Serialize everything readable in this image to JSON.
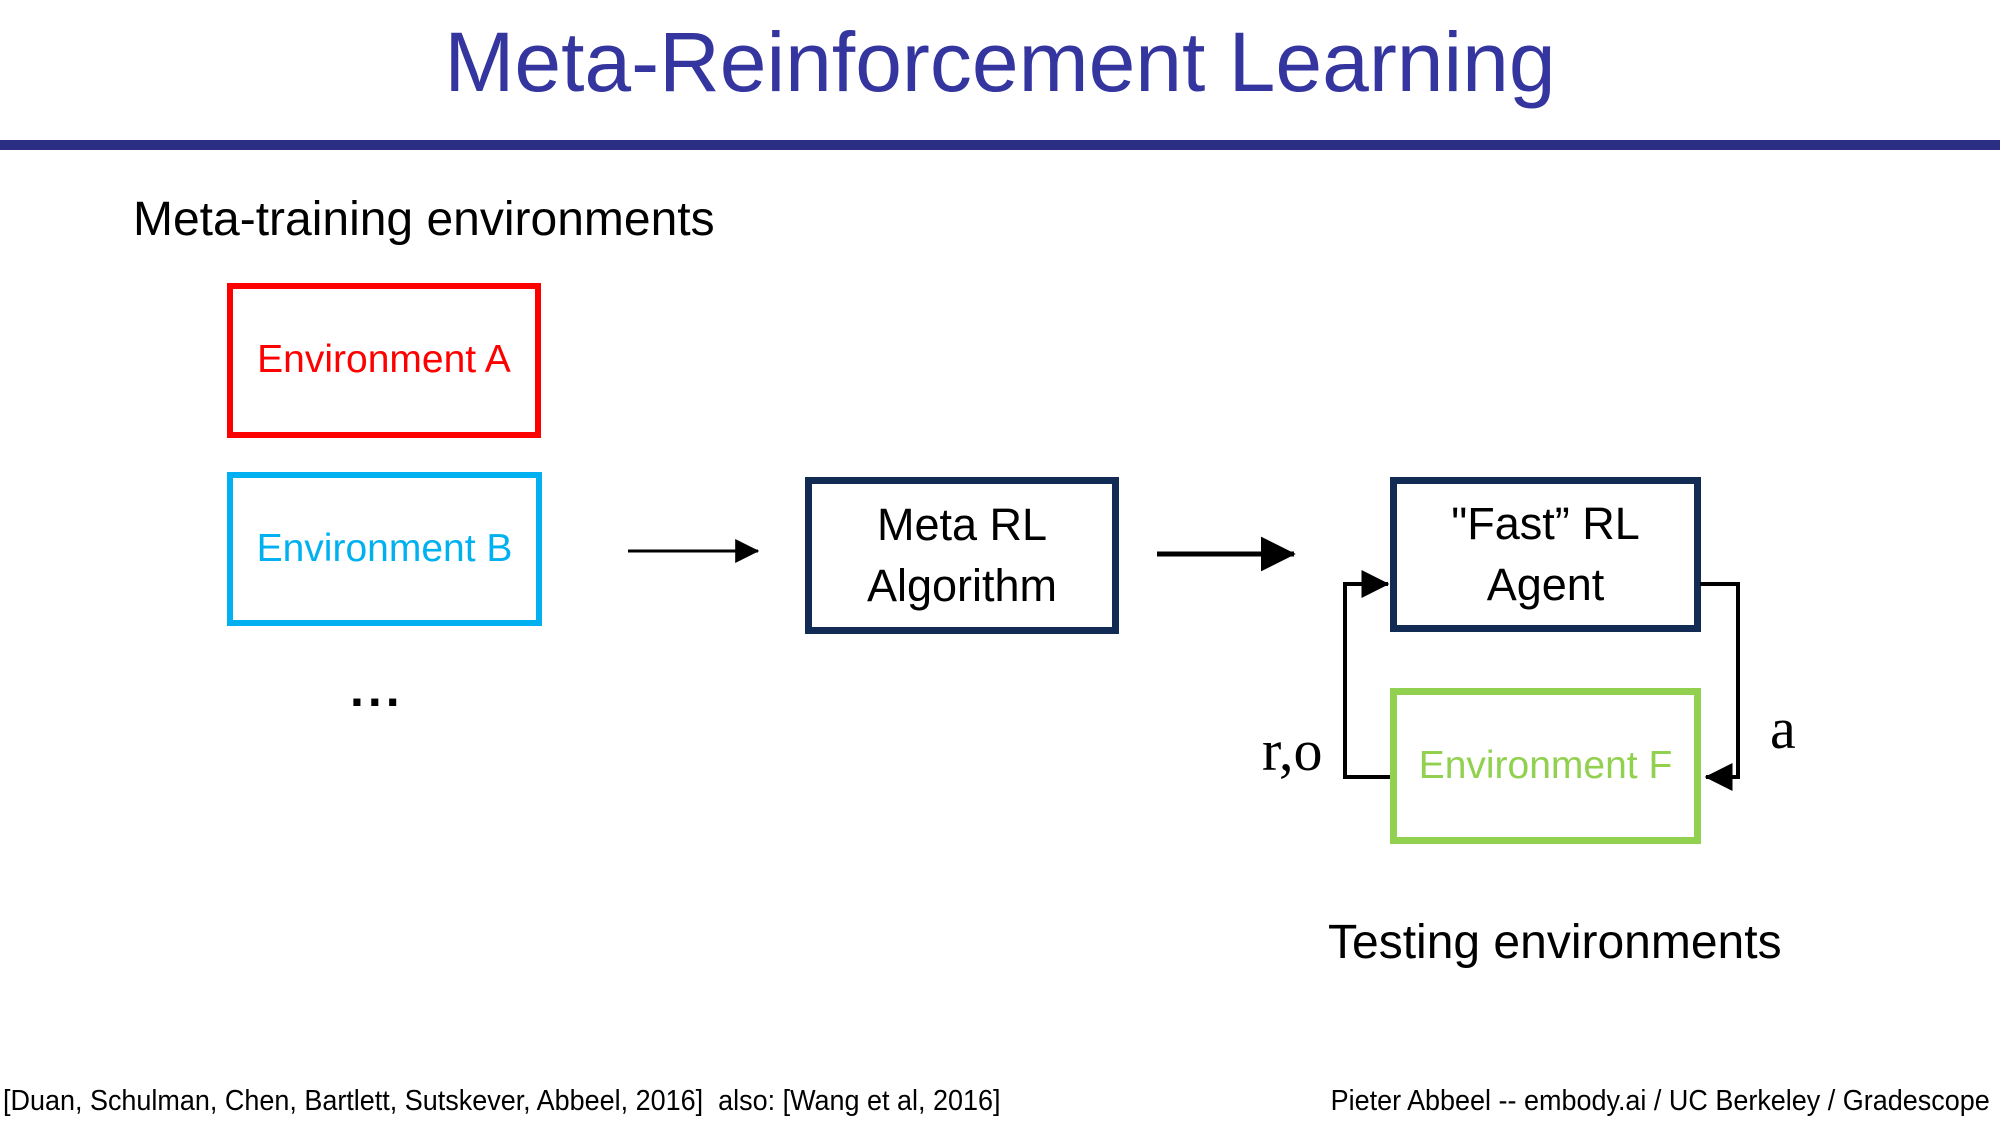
{
  "title": "Meta-Reinforcement Learning",
  "theme": {
    "title_color": "#34359E",
    "rule_color": "#2B2E83",
    "navy_border": "#122B55",
    "arrow_color": "#000000",
    "background": "#FFFFFF"
  },
  "labels": {
    "meta_training": "Meta-training environments",
    "testing": "Testing environments",
    "ellipsis": "...",
    "reward_obs": "r,o",
    "action": "a"
  },
  "boxes": {
    "env_a": {
      "label": "Environment A",
      "color": "#FF0000"
    },
    "env_b": {
      "label": "Environment B",
      "color": "#00B0F0"
    },
    "meta_rl": {
      "line1": "Meta RL",
      "line2": "Algorithm",
      "border_color": "#122B55"
    },
    "fast_rl": {
      "line1": "\"Fast” RL",
      "line2": "Agent",
      "border_color": "#122B55"
    },
    "env_f": {
      "label": "Environment F",
      "color": "#92D050"
    }
  },
  "footer": {
    "left": "[Duan, Schulman, Chen, Bartlett, Sutskever, Abbeel, 2016]  also: [Wang et al, 2016]",
    "right": "Pieter Abbeel -- embody.ai / UC Berkeley / Gradescope"
  }
}
